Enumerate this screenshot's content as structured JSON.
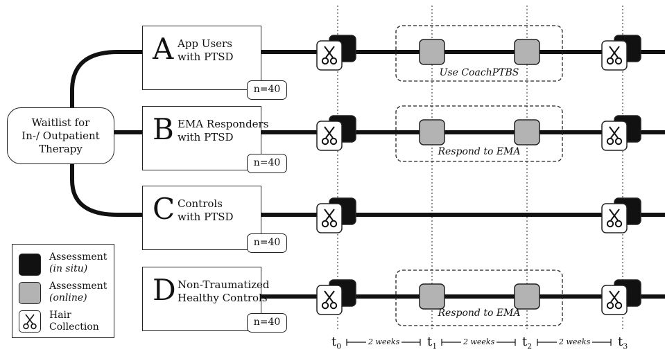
{
  "waitlist": {
    "line1": "Waitlist for",
    "line2": "In-/ Outpatient",
    "line3": "Therapy"
  },
  "groups": [
    {
      "letter": "A",
      "name_line1": "App Users",
      "name_line2": "with PTSD",
      "n": "n=40",
      "activity": "Use CoachPTBS",
      "online": true
    },
    {
      "letter": "B",
      "name_line1": "EMA Responders",
      "name_line2": "with PTSD",
      "n": "n=40",
      "activity": "Respond to EMA",
      "online": true
    },
    {
      "letter": "C",
      "name_line1": "Controls",
      "name_line2": "with PTSD",
      "n": "n=40",
      "activity": "",
      "online": false
    },
    {
      "letter": "D",
      "name_line1": "Non-Traumatized",
      "name_line2": "Healthy Controls",
      "n": "n=40",
      "activity": "Respond to EMA",
      "online": true
    }
  ],
  "legend": {
    "insitu_line1": "Assessment",
    "insitu_line2": "(in situ)",
    "online_line1": "Assessment",
    "online_line2": "(online)",
    "hair_line1": "Hair",
    "hair_line2": "Collection"
  },
  "timeline": {
    "points": [
      {
        "t": "t",
        "sub": "0"
      },
      {
        "t": "t",
        "sub": "1"
      },
      {
        "t": "t",
        "sub": "2"
      },
      {
        "t": "t",
        "sub": "3"
      }
    ],
    "intervals": [
      "2 weeks",
      "2 weeks",
      "2 weeks"
    ]
  },
  "colors": {
    "in_situ": "#111111",
    "online": "#b3b3b3",
    "line": "#111111"
  },
  "icons": {
    "hair": "scissors-icon"
  }
}
